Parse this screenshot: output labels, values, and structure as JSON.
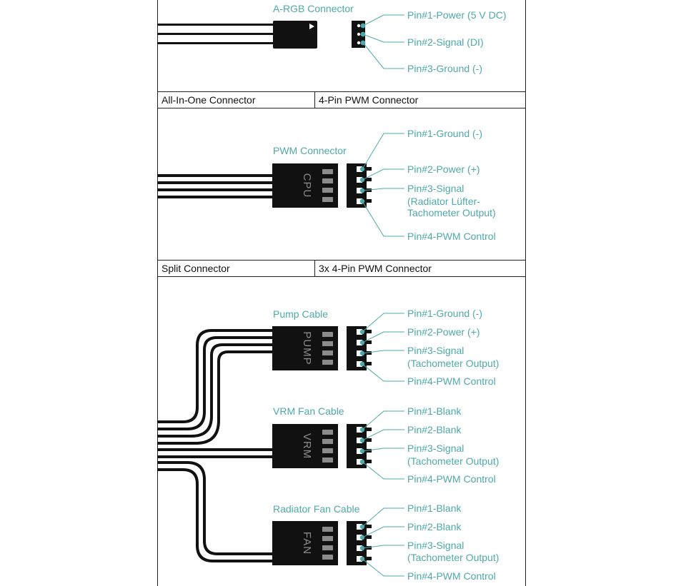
{
  "colors": {
    "accent": "#4fa9a9",
    "frame": "#222222",
    "connector": "#111111",
    "connector_label": "#8c8c8c"
  },
  "argb": {
    "title": "A-RGB Connector",
    "pins": [
      "Pin#1-Power (5 V DC)",
      "Pin#2-Signal (DI)",
      "Pin#3-Ground (-)"
    ]
  },
  "row1": {
    "left": "All-In-One Connector",
    "right": "4-Pin PWM Connector"
  },
  "pwm": {
    "title": "PWM Connector",
    "label": "CPU",
    "pins": [
      [
        "Pin#1-Ground (-)"
      ],
      [
        "Pin#2-Power (+)"
      ],
      [
        "Pin#3-Signal",
        "(Radiator Lüfter-",
        "Tachometer Output)"
      ],
      [
        "Pin#4-PWM Control"
      ]
    ]
  },
  "row2": {
    "left": "Split Connector",
    "right": "3x  4-Pin PWM Connector"
  },
  "pump": {
    "title": "Pump Cable",
    "label": "PUMP",
    "pins": [
      [
        "Pin#1-Ground (-)"
      ],
      [
        "Pin#2-Power (+)"
      ],
      [
        "Pin#3-Signal",
        "(Tachometer Output)"
      ],
      [
        "Pin#4-PWM Control"
      ]
    ]
  },
  "vrm": {
    "title": "VRM Fan Cable",
    "label": "VRM",
    "pins": [
      [
        "Pin#1-Blank"
      ],
      [
        "Pin#2-Blank"
      ],
      [
        "Pin#3-Signal",
        "(Tachometer Output)"
      ],
      [
        "Pin#4-PWM Control"
      ]
    ]
  },
  "fan": {
    "title": "Radiator Fan Cable",
    "label": "FAN",
    "pins": [
      [
        "Pin#1-Blank"
      ],
      [
        "Pin#2-Blank"
      ],
      [
        "Pin#3-Signal",
        "(Tachometer Output)"
      ],
      [
        "Pin#4-PWM Control"
      ]
    ]
  }
}
